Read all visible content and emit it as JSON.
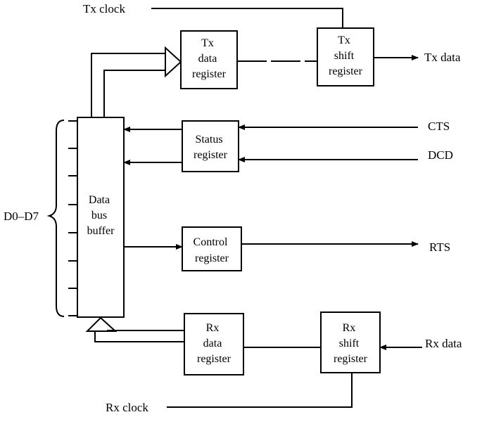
{
  "blocks": {
    "tx_data_register": [
      "Tx",
      "data",
      "register"
    ],
    "tx_shift_register": [
      "Tx",
      "shift",
      "register"
    ],
    "status_register": [
      "Status",
      "register"
    ],
    "data_bus_buffer": [
      "Data",
      "bus",
      "buffer"
    ],
    "control_register": [
      "Control",
      "register"
    ],
    "rx_data_register": [
      "Rx",
      "data",
      "register"
    ],
    "rx_shift_register": [
      "Rx",
      "shift",
      "register"
    ]
  },
  "signals": {
    "tx_clock": "Tx clock",
    "tx_data": "Tx data",
    "cts": "CTS",
    "dcd": "DCD",
    "rts": "RTS",
    "rx_data": "Rx data",
    "rx_clock": "Rx clock",
    "data_bus": "D0–D7"
  }
}
